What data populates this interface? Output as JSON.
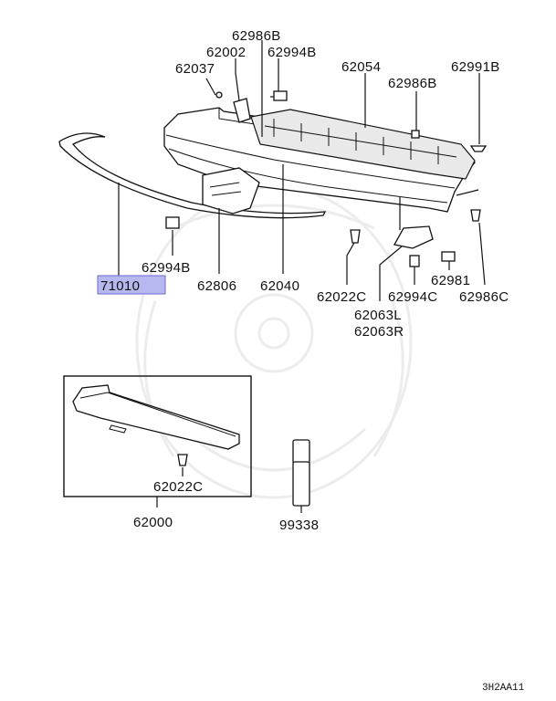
{
  "diagram": {
    "labels": {
      "p62986B_top": "62986B",
      "p62002": "62002",
      "p62994B_top": "62994B",
      "p62037": "62037",
      "p62054": "62054",
      "p62991B": "62991B",
      "p62986B_mid": "62986B",
      "p62994B_left": "62994B",
      "p71010": "71010",
      "p62806": "62806",
      "p62040": "62040",
      "p62022C_right": "62022C",
      "p62994C": "62994C",
      "p62986C": "62986C",
      "p62981": "62981",
      "p62063L": "62063L",
      "p62063R": "62063R",
      "p62022C_box": "62022C",
      "p62000": "62000",
      "p99338": "99338"
    },
    "highlight_color": "#b8b8f0",
    "diagram_code": "3H2AA11"
  }
}
